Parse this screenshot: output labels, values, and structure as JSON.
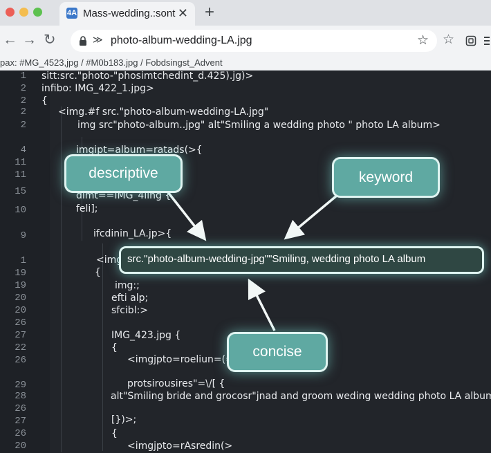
{
  "window": {
    "tab_title": "Mass-wedding.:sont",
    "tab_close": "✕",
    "new_tab": "+",
    "favicon_glyph": "4A"
  },
  "toolbar": {
    "back": "←",
    "forward": "→",
    "reload": "↻",
    "omnibox_glyph": "≫",
    "url": "photo-album-wedding-LA.jpg",
    "star": "☆"
  },
  "bookmarks_bar": {
    "text": "pax: #MG_4523,jpg  /  #M0b183.jpg  /  Fobdsingst_Advent"
  },
  "code": {
    "lines": [
      {
        "n": "1",
        "text": "sitt:src.\"photo-\"phosimtchedint_d.425).jg)>"
      },
      {
        "n": "2",
        "text": "infibo: IMG_422_1.jpg>"
      },
      {
        "n": "2",
        "text": "{"
      },
      {
        "n": "2",
        "text": "<img.#f src.\"photo-album-wedding-LA.jpg\""
      },
      {
        "n": "2",
        "text": "img src\"photo-album..jpg\" alt\"Smiling a wedding photo \" photo LA album>"
      },
      {
        "n": "4",
        "text": "imgipt=album=ratads(>{"
      },
      {
        "n": "11",
        "text": ""
      },
      {
        "n": "11",
        "text": ""
      },
      {
        "n": "15",
        "text": "dimt==IMG_4iing {"
      },
      {
        "n": "10",
        "text": "feli];"
      },
      {
        "n": "9",
        "text": "ifcdinin_LA.jp>{"
      },
      {
        "n": "1",
        "text": "<img"
      },
      {
        "n": "19",
        "text": "{"
      },
      {
        "n": "19",
        "text": "img:;"
      },
      {
        "n": "20",
        "text": "efti alp;"
      },
      {
        "n": "20",
        "text": "sfcibl:>"
      },
      {
        "n": "26",
        "text": ""
      },
      {
        "n": "27",
        "text": "IMG_423.jpg {"
      },
      {
        "n": "22",
        "text": "{"
      },
      {
        "n": "26",
        "text": "<imgjpto=roeliun=(="
      },
      {
        "n": "29",
        "text": "protsirousires\"=\\/[ {"
      },
      {
        "n": "28",
        "text": "alt\"Smiling bride and grocosr\"jnad and groom weding wedding photo LA album"
      },
      {
        "n": "26",
        "text": ""
      },
      {
        "n": "27",
        "text": "[})>;"
      },
      {
        "n": "26",
        "text": "{"
      },
      {
        "n": "20",
        "text": "<imgjpto=rAsredin(>"
      }
    ]
  },
  "callouts": {
    "descriptive": "descriptive",
    "keyword": "keyword",
    "concise": "concise",
    "highlight": "src.\"photo-album-wedding-jpg\"\"Smiling, wedding photo LA album"
  },
  "colors": {
    "close_dot": "#ec5f57",
    "minimize_dot": "#f4bd4f",
    "maximize_dot": "#5dc14f",
    "favicon": "#3a77c9",
    "callout_fill": "#5fa9a2",
    "callout_border": "#dff4f1"
  },
  "icons": [
    "close-dot",
    "minimize-dot",
    "maximize-dot",
    "back-arrow-icon",
    "forward-arrow-icon",
    "reload-icon",
    "lock-icon",
    "star-icon",
    "extension-icon",
    "menu-icon"
  ]
}
